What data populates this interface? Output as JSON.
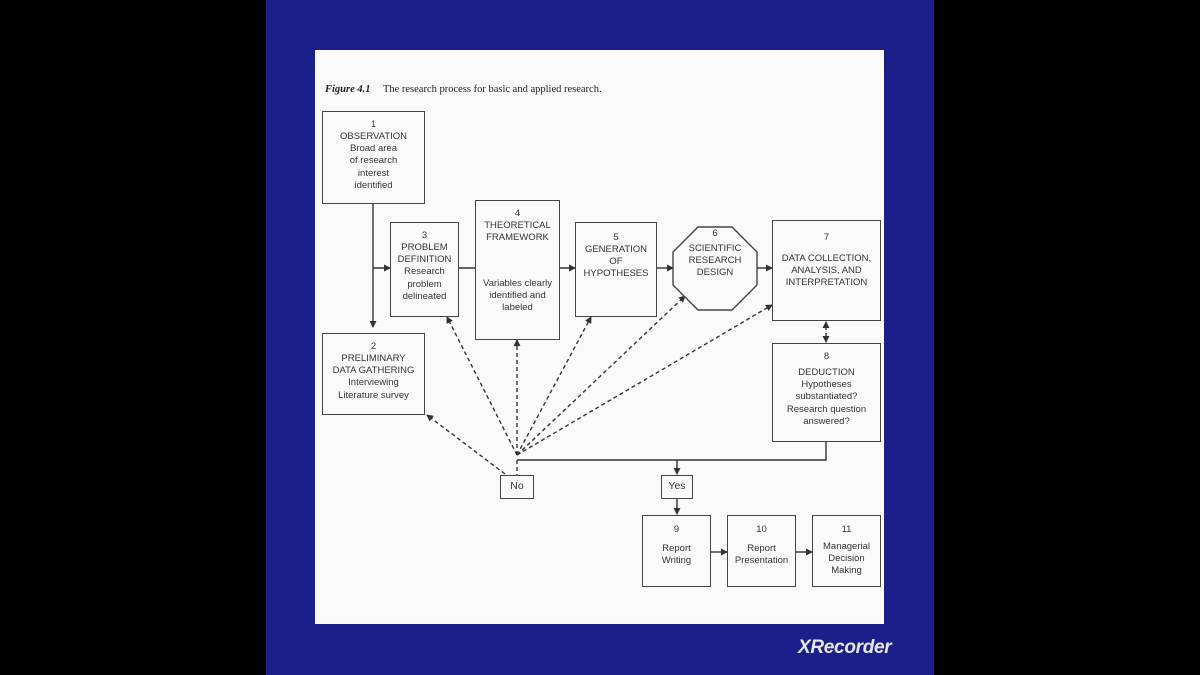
{
  "caption": {
    "figure_label": "Figure 4.1",
    "text": "The research process for basic and applied research."
  },
  "nodes": {
    "n1": {
      "num": "1",
      "title": "OBSERVATION",
      "body": "Broad area\nof research\ninterest\nidentified"
    },
    "n2": {
      "num": "2",
      "title": "PRELIMINARY\nDATA GATHERING",
      "body": "Interviewing\nLiterature survey"
    },
    "n3": {
      "num": "3",
      "title": "PROBLEM\nDEFINITION",
      "body": "Research\nproblem\ndelineated"
    },
    "n4": {
      "num": "4",
      "title": "THEORETICAL\nFRAMEWORK",
      "body": "Variables clearly\nidentified and\nlabeled"
    },
    "n5": {
      "num": "5",
      "title": "GENERATION\nOF\nHYPOTHESES",
      "body": ""
    },
    "n6": {
      "num": "6",
      "title": "SCIENTIFIC\nRESEARCH\nDESIGN",
      "body": ""
    },
    "n7": {
      "num": "7",
      "title": "DATA COLLECTION,\nANALYSIS, AND\nINTERPRETATION",
      "body": ""
    },
    "n8": {
      "num": "8",
      "title": "DEDUCTION",
      "body": "Hypotheses\nsubstantiated?\nResearch question\nanswered?"
    },
    "n9": {
      "num": "9",
      "title": "Report\nWriting",
      "body": ""
    },
    "n10": {
      "num": "10",
      "title": "Report\nPresentation",
      "body": ""
    },
    "n11": {
      "num": "11",
      "title": "Managerial\nDecision\nMaking",
      "body": ""
    }
  },
  "decisions": {
    "no": "No",
    "yes": "Yes"
  },
  "watermark": "XRecorder",
  "colors": {
    "frame": "#1a1f8a",
    "paper": "#fafafa",
    "ink": "#333333",
    "background": "#000000"
  }
}
